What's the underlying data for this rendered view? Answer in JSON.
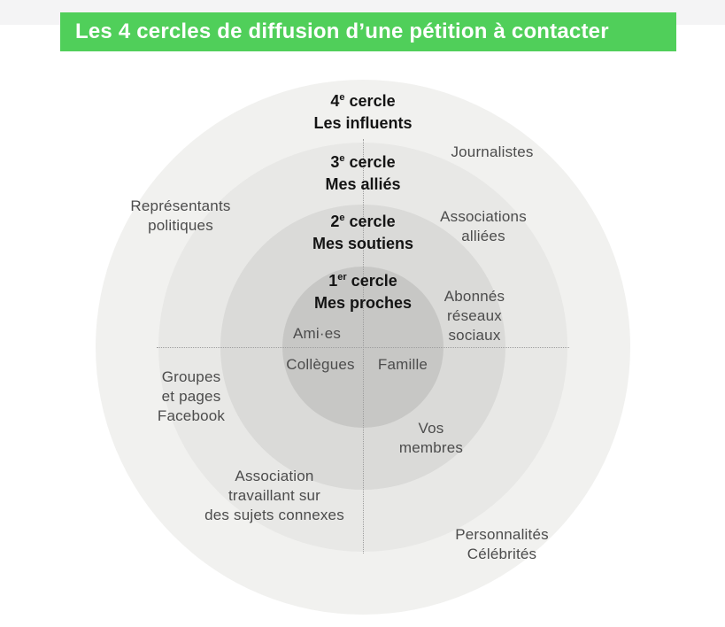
{
  "title": {
    "text": "Les 4 cercles de diffusion d’une pétition à contacter",
    "background": "#50cf5a",
    "text_color": "#ffffff"
  },
  "circles": [
    {
      "ordinal": "4",
      "sup": "e",
      "word": "cercle",
      "name": "Les influents",
      "color": "#f1f1ef"
    },
    {
      "ordinal": "3",
      "sup": "e",
      "word": "cercle",
      "name": "Mes alliés",
      "color": "#e8e8e6"
    },
    {
      "ordinal": "2",
      "sup": "e",
      "word": "cercle",
      "name": "Mes soutiens",
      "color": "#dadad8"
    },
    {
      "ordinal": "1",
      "sup": "er",
      "word": "cercle",
      "name": "Mes proches",
      "color": "#c7c7c5"
    }
  ],
  "labels": {
    "journalistes": "Journalistes",
    "representants_politiques": "Représentants\npolitiques",
    "associations_alliees": "Associations\nalliées",
    "abonnes_reseaux_sociaux": "Abonnés\nréseaux\nsociaux",
    "amies": "Ami·es",
    "collegues": "Collègues",
    "famille": "Famille",
    "groupes_pages_facebook": "Groupes\net pages\nFacebook",
    "vos_membres": "Vos\nmembres",
    "association_sujets_connexes": "Association\ntravaillant sur\ndes sujets connexes",
    "personnalites_celebrites": "Personnalités\nCélébrités"
  }
}
